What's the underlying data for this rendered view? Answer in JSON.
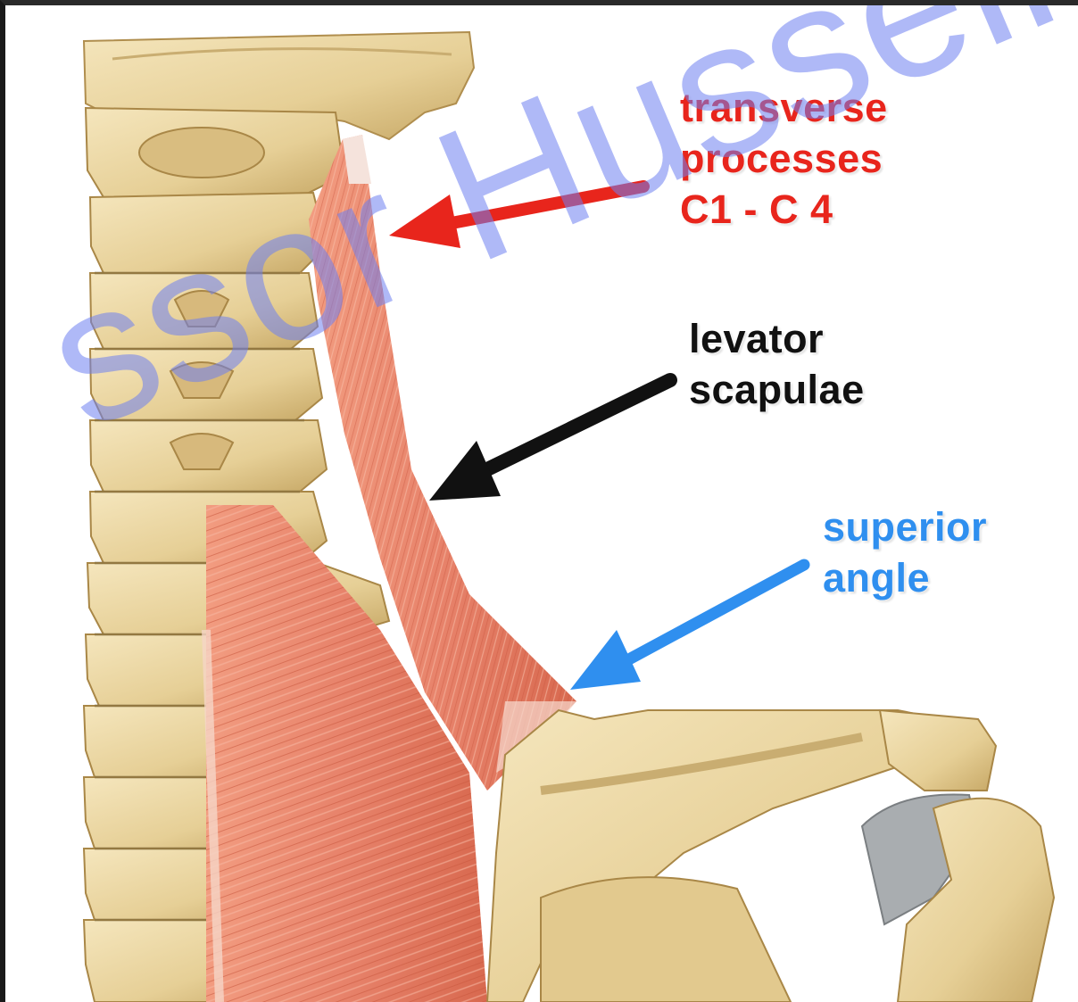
{
  "annotations": {
    "transverse_processes": {
      "lines": [
        "transverse",
        "processes",
        "C1 - C 4"
      ],
      "color": "#e8251c"
    },
    "levator_scapulae": {
      "lines": [
        "levator",
        "scapulae"
      ],
      "color": "#111111"
    },
    "superior_angle": {
      "lines": [
        "superior",
        "angle"
      ],
      "color": "#2f8fef"
    }
  },
  "watermark": {
    "text": "ssor Hussein",
    "color": "#6e80f0"
  },
  "colors": {
    "bone": "#ecd9a6",
    "bone_shadow": "#b99a5c",
    "muscle": "#e9876a",
    "muscle_dark": "#c95c42",
    "cartilage": "#9fa3a6"
  }
}
